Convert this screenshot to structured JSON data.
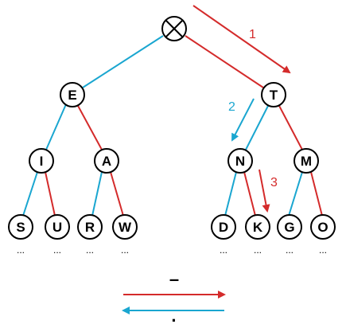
{
  "colors": {
    "dot": "#1aa6d0",
    "dash": "#d42b2b",
    "outline": "#000000"
  },
  "root": {
    "icon": "circled-x-icon"
  },
  "nodes": {
    "E": "E",
    "T": "T",
    "I": "I",
    "A": "A",
    "N": "N",
    "M": "M",
    "S": "S",
    "U": "U",
    "R": "R",
    "W": "W",
    "D": "D",
    "K": "K",
    "G": "G",
    "O": "O"
  },
  "ellipsis": "...",
  "steps": [
    "1",
    "2",
    "3"
  ],
  "legend": {
    "dash_symbol": "–",
    "dot_symbol": "·"
  }
}
